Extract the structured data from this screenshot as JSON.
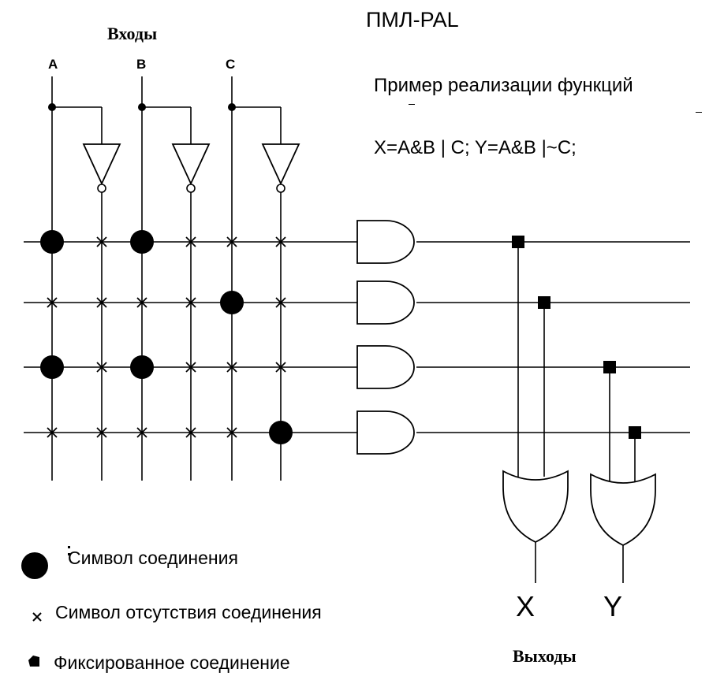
{
  "title": "ПМЛ-PAL",
  "subtitle": "Пример реализации функций",
  "formula": "X=A&B | C; Y=A&B |~C;",
  "inputs_label": "Входы",
  "outputs_label": "Выходы",
  "inputs": [
    "A",
    "B",
    "C"
  ],
  "outputs": [
    "X",
    "Y"
  ],
  "legend": {
    "connection": "Символ соединения",
    "no_connection": "Символ отсутствия соединения",
    "fixed": "Фиксированное соединение"
  },
  "colors": {
    "ink": "#000000",
    "background": "#ffffff"
  },
  "connection_matrix": {
    "columns": [
      "A",
      "~A",
      "B",
      "~B",
      "C",
      "~C"
    ],
    "rows": [
      [
        "connect",
        "none",
        "connect",
        "none",
        "none",
        "none"
      ],
      [
        "none",
        "none",
        "none",
        "none",
        "connect",
        "none"
      ],
      [
        "connect",
        "none",
        "connect",
        "none",
        "none",
        "none"
      ],
      [
        "none",
        "none",
        "none",
        "none",
        "none",
        "connect"
      ]
    ]
  },
  "or_inputs": {
    "X": [
      1,
      2
    ],
    "Y": [
      3,
      4
    ]
  }
}
